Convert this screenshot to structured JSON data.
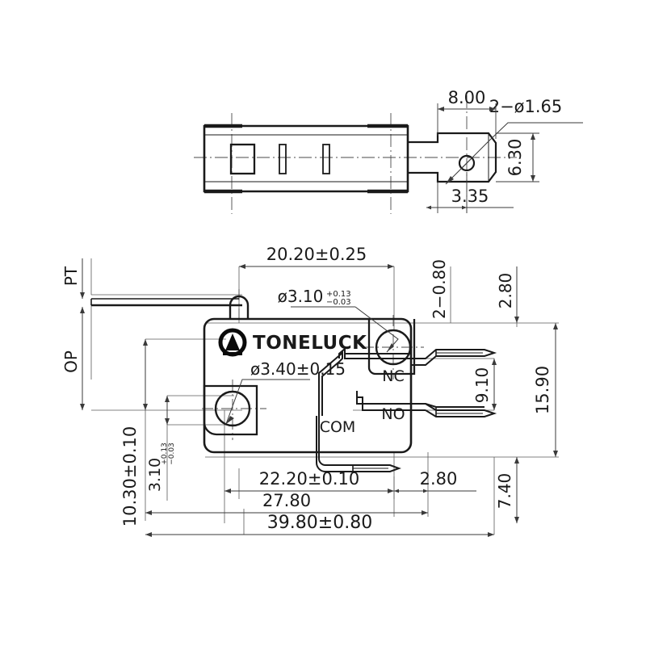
{
  "drawing": {
    "title": "Micro switch dimensional drawing",
    "brand": "TONELUCK",
    "line_color": "#1a1a1a",
    "dim_color": "#3a3a3a",
    "background": "#ffffff"
  },
  "top_view": {
    "name": "side-elevation-view",
    "dimensions": {
      "width_8": "8.00",
      "hole_note": "2−ø1.65",
      "height_6_30": "6.30",
      "offset_3_35": "3.35"
    }
  },
  "main_view": {
    "name": "front-elevation-view",
    "logo_text": "TONELUCK",
    "terminals": {
      "nc": "NC",
      "no": "NO",
      "com": "COM"
    },
    "callouts": {
      "hole_right": "ø3.10",
      "hole_right_tol_up": "+0.13",
      "hole_right_tol_dn": "−0.03",
      "hole_left": "ø3.40±0.15"
    },
    "dimensions": {
      "top_20_20": "20.20±0.25",
      "bottom_22_20": "22.20±0.10",
      "bottom_27_80": "27.80",
      "bottom_39_80": "39.80±0.80",
      "bottom_2_80": "2.80",
      "left_10_30": "10.30±0.10",
      "left_3_10": "3.10",
      "left_3_10_tol_up": "+0.13",
      "left_3_10_tol_dn": "−0.03",
      "left_pt": "PT",
      "left_op": "OP",
      "right_2_080": "2−0.80",
      "right_2_80": "2.80",
      "right_9_10": "9.10",
      "right_15_90": "15.90",
      "right_7_40": "7.40"
    }
  }
}
